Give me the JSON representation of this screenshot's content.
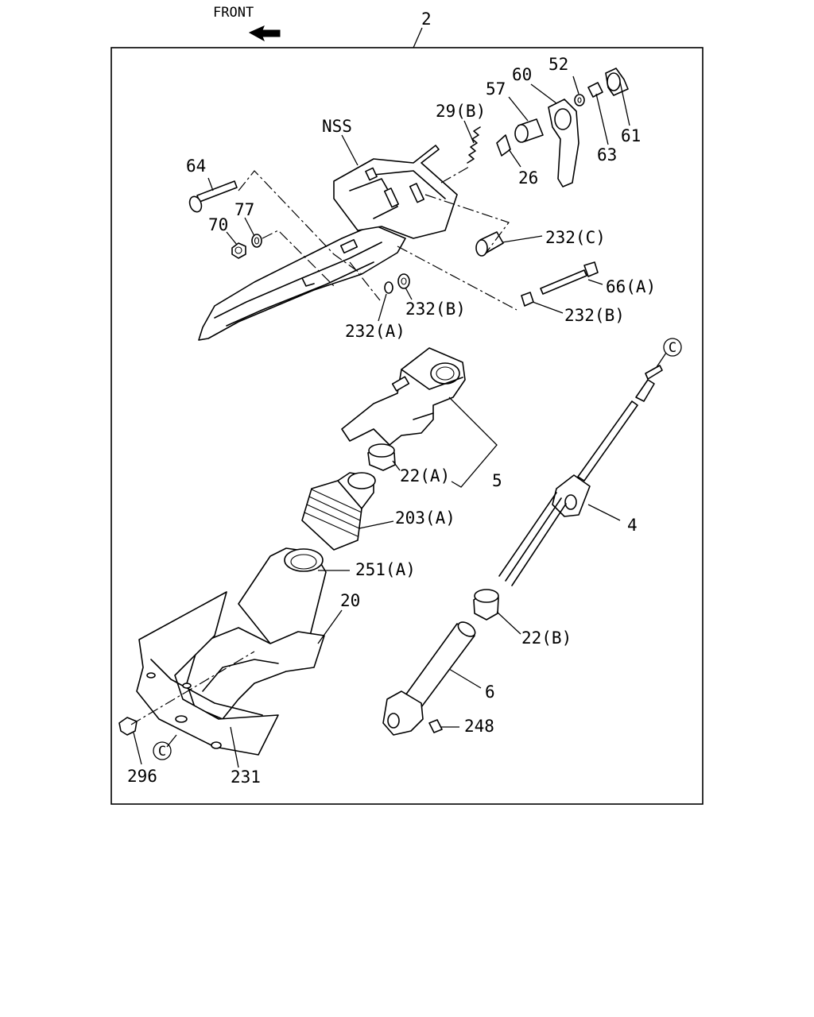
{
  "header": {
    "front_label": "FRONT",
    "assembly_number": "2"
  },
  "labels": {
    "nss": "NSS",
    "p64": "64",
    "p77": "77",
    "p70": "70",
    "p29b": "29(B)",
    "p57": "57",
    "p60": "60",
    "p52": "52",
    "p61": "61",
    "p63": "63",
    "p26": "26",
    "p232c": "232(C)",
    "p66a": "66(A)",
    "p232b_a": "232(B)",
    "p232b_b": "232(B)",
    "p232a": "232(A)",
    "c_ref_top": "C",
    "p22a": "22(A)",
    "p5": "5",
    "p4": "4",
    "p203a": "203(A)",
    "p251a": "251(A)",
    "p20": "20",
    "p22b": "22(B)",
    "p6": "6",
    "p248": "248",
    "p296": "296",
    "c_ref_bottom": "C",
    "p231": "231"
  }
}
